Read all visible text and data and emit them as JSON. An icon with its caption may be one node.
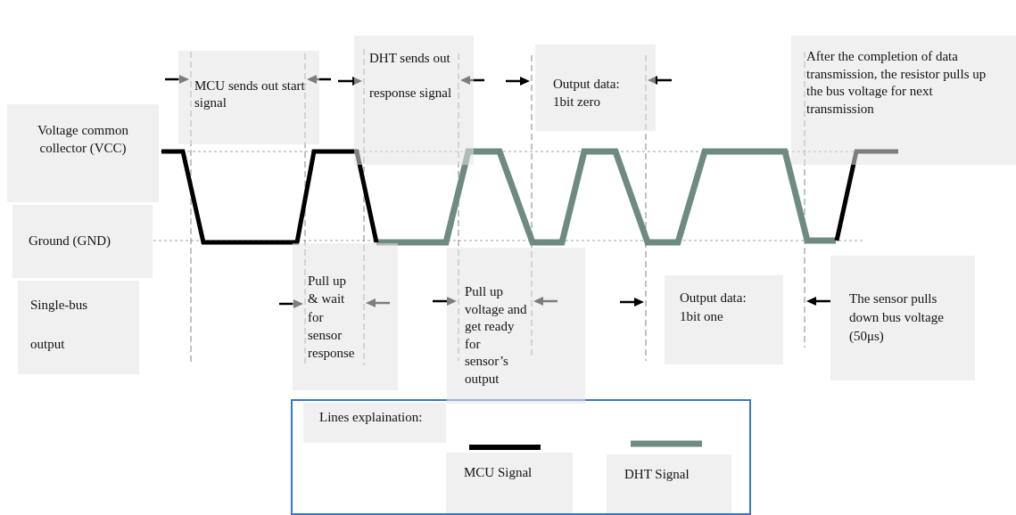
{
  "diagram": {
    "nodes": [
      {
        "text": [
          "Voltage common collector (VCC)"
        ]
      },
      {
        "text": [
          "Ground (GND)"
        ]
      },
      {
        "text": [
          "Single-bus output"
        ]
      },
      {
        "text": [
          "MCU sends out start signal"
        ]
      },
      {
        "text": [
          "DHT sends out response signal"
        ]
      },
      {
        "text": [
          "Output data: 1bit zero"
        ]
      },
      {
        "text": [
          "After the completion of data transmission, the resistor pulls up the bus voltage for next transmission"
        ]
      },
      {
        "text": [
          "Pull up & wait for sensor response"
        ]
      },
      {
        "text": [
          "Pull up voltage and get ready for sensor’s output"
        ]
      },
      {
        "text": [
          "Output data: 1bit one"
        ]
      },
      {
        "text": [
          "The sensor pulls down bus voltage (50μs)"
        ]
      }
    ],
    "labels": [
      "Lines explaination:"
    ],
    "legend": [
      {
        "text": "MCU Signal"
      },
      {
        "text": "DHT Signal"
      }
    ]
  }
}
